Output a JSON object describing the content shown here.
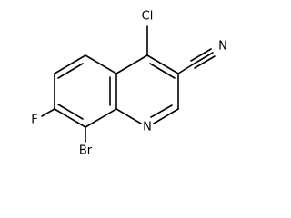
{
  "molecule": {
    "atoms": {
      "cl": "Cl",
      "br": "Br",
      "f": "F",
      "n_ring": "N",
      "n_nitrile": "N"
    }
  }
}
